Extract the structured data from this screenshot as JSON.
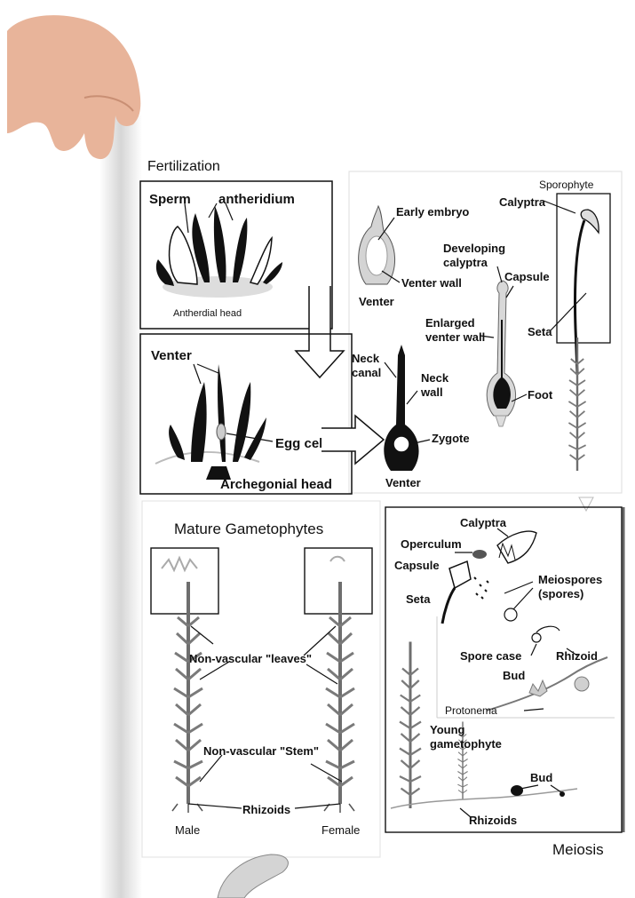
{
  "sections": {
    "fertilization": "Fertilization",
    "mature": "Mature Gametophytes",
    "meiosis": "Meiosis"
  },
  "fert_box": {
    "sperm": "Sperm",
    "antheridium": "antheridium",
    "antherdial_head": "Antherdial head",
    "venter": "Venter",
    "egg_cell": "Egg cell",
    "archegonial_head": "Archegonial head"
  },
  "sporo_box": {
    "early_embryo": "Early embryo",
    "venter_wall": "Venter wall",
    "venter_top": "Venter",
    "neck_canal_1": "Neck",
    "neck_canal_2": "canal",
    "neck_wall_1": "Neck",
    "neck_wall_2": "wall",
    "zygote": "Zygote",
    "venter_bottom": "Venter",
    "developing_1": "Developing",
    "developing_2": "calyptra",
    "capsule": "Capsule",
    "enlarged_1": "Enlarged",
    "enlarged_2": "venter wall",
    "seta": "Seta",
    "foot": "Foot",
    "sporophyte": "Sporophyte",
    "calyptra": "Calyptra"
  },
  "mature_box": {
    "leaves": "Non-vascular \"leaves\"",
    "stem": "Non-vascular \"Stem\"",
    "rhizoids": "Rhizoids",
    "male": "Male",
    "female": "Female"
  },
  "meiosis_box": {
    "calyptra": "Calyptra",
    "operculum": "Operculum",
    "capsule": "Capsule",
    "seta": "Seta",
    "meiospores_1": "Meiospores",
    "meiospores_2": "(spores)",
    "spore_case": "Spore case",
    "rhizoid": "Rhizoid",
    "bud_1": "Bud",
    "protonema": "Protonema",
    "young_1": "Young",
    "young_2": "gametophyte",
    "bud_2": "Bud",
    "rhizoids": "Rhizoids"
  },
  "colors": {
    "line": "#111111",
    "plant": "#8a8a8a",
    "plant_light": "#c4c4c4",
    "skin": "#e9b79c"
  }
}
